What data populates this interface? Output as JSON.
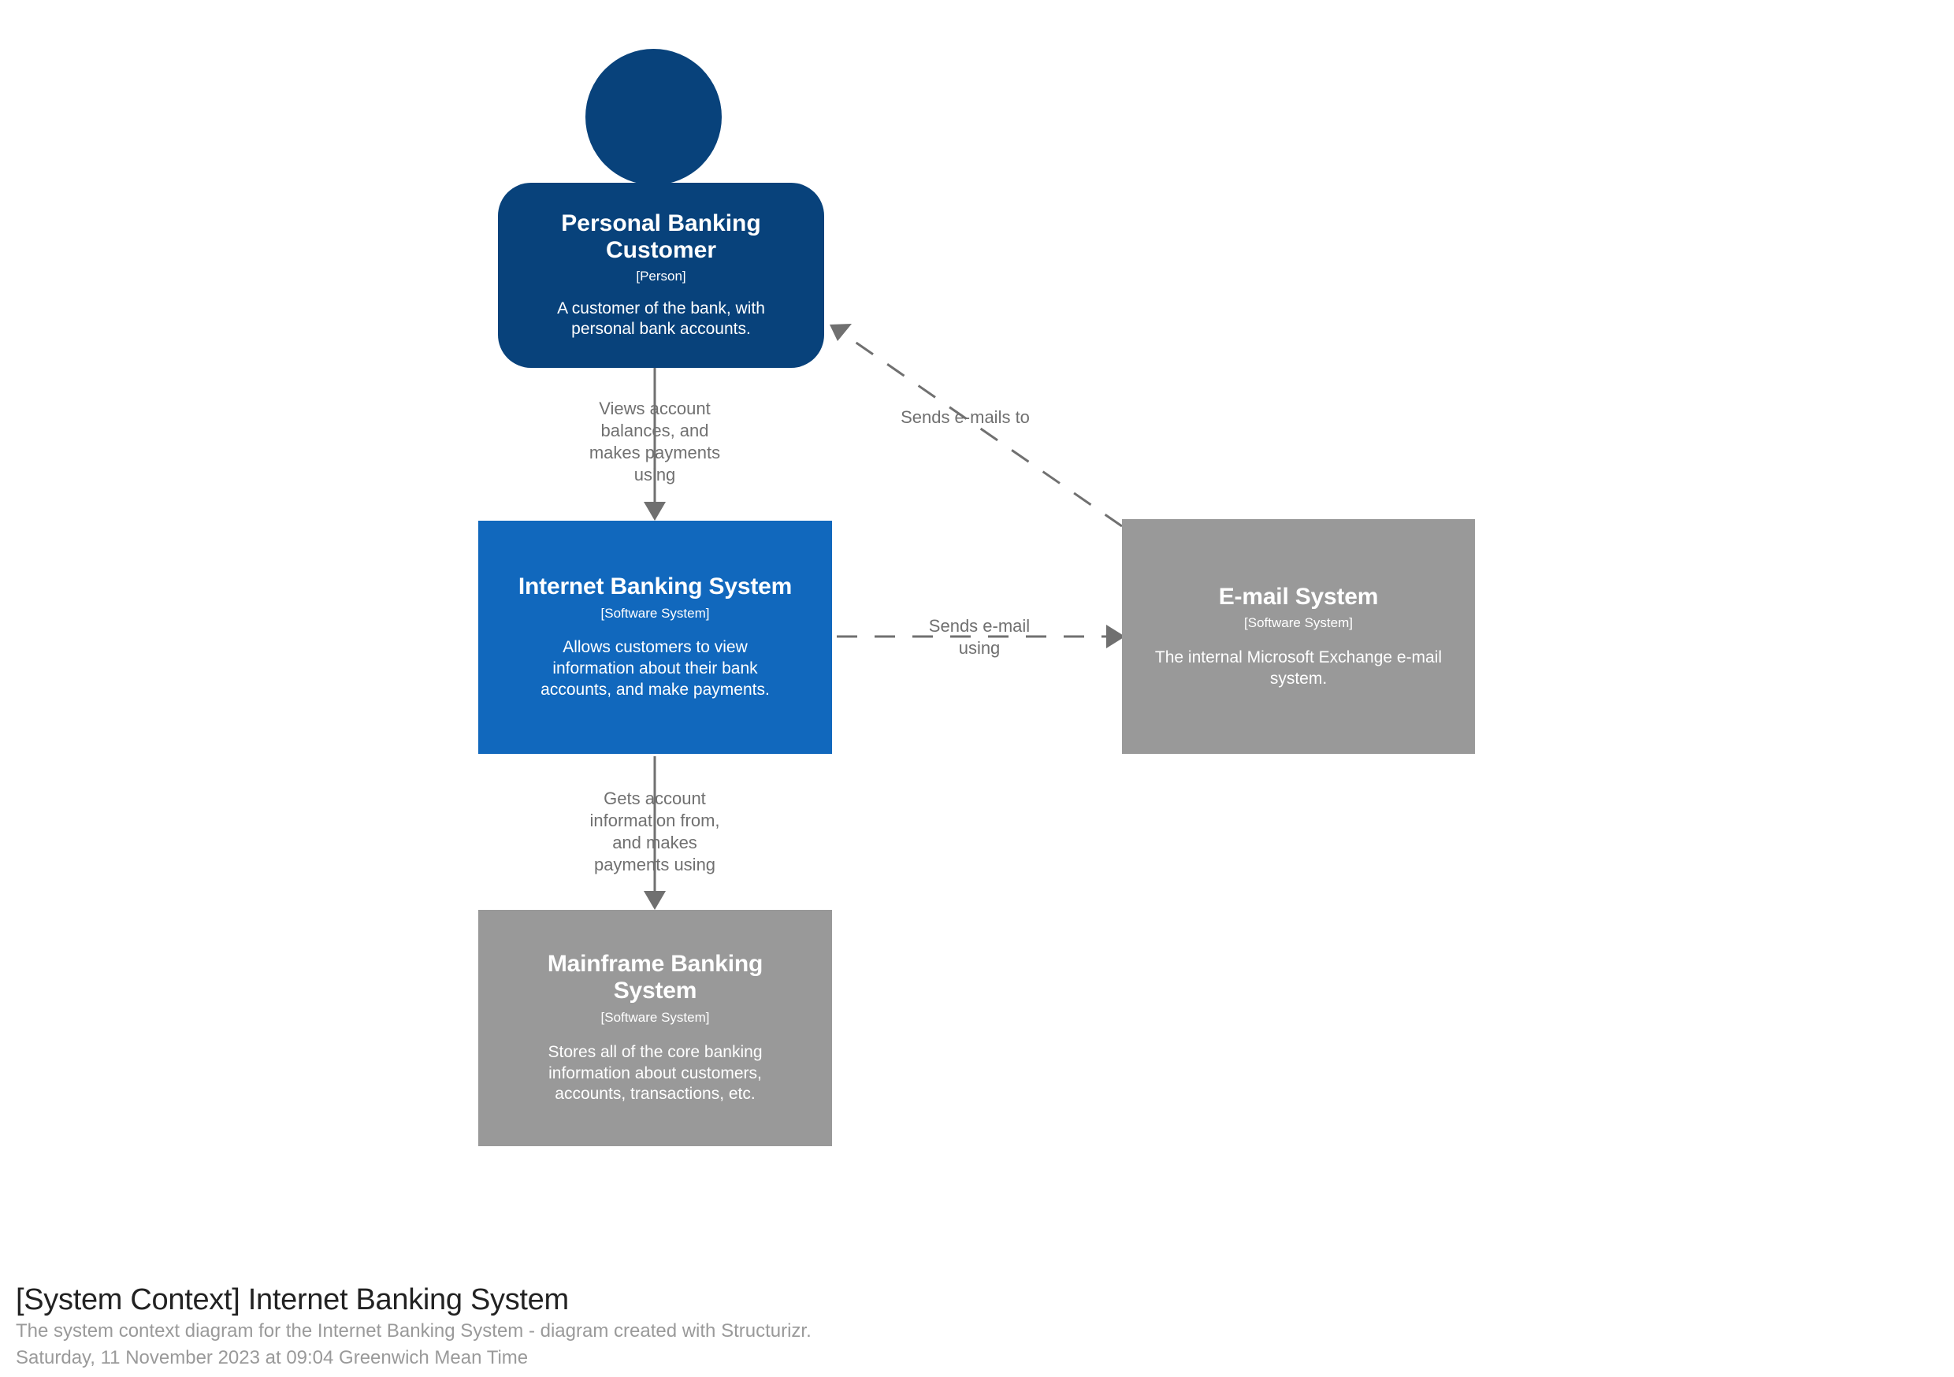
{
  "diagram": {
    "kind": "c4-system-context",
    "background": "#ffffff",
    "colors": {
      "person_fill": "#08427B",
      "software_system_fill": "#1168BD",
      "external_system_fill": "#999999",
      "edge_line": "#707070",
      "edge_label_text": "#707070",
      "node_text": "#ffffff",
      "footer_title_text": "#222222",
      "footer_sub_text": "#9a9a9a"
    }
  },
  "nodes": {
    "customer": {
      "name": "Personal Banking Customer",
      "type": "[Person]",
      "description": "A customer of the bank, with personal bank accounts.",
      "shape": "person",
      "fill": "#08427B"
    },
    "internet_banking": {
      "name": "Internet Banking System",
      "type": "[Software System]",
      "description": "Allows customers to view information about their bank accounts, and make payments.",
      "shape": "box",
      "fill": "#1168BD"
    },
    "email": {
      "name": "E-mail System",
      "type": "[Software System]",
      "description": "The internal Microsoft Exchange e-mail system.",
      "shape": "box",
      "fill": "#999999"
    },
    "mainframe": {
      "name": "Mainframe Banking System",
      "type": "[Software System]",
      "description": "Stores all of the core banking information about customers, accounts, transactions, etc.",
      "shape": "box",
      "fill": "#999999"
    }
  },
  "edges": {
    "customer_to_internet_banking": {
      "label": "Views account\nbalances, and\nmakes payments\nusing",
      "style": "solid",
      "from": "customer",
      "to": "internet_banking"
    },
    "email_to_customer": {
      "label": "Sends e-mails to",
      "style": "dashed",
      "from": "email",
      "to": "customer"
    },
    "internet_banking_to_email": {
      "label": "Sends e-mail\nusing",
      "style": "dashed",
      "from": "internet_banking",
      "to": "email"
    },
    "internet_banking_to_mainframe": {
      "label": "Gets account\ninformation from,\nand makes\npayments using",
      "style": "solid",
      "from": "internet_banking",
      "to": "mainframe"
    }
  },
  "footer": {
    "title": "[System Context] Internet Banking System",
    "description": "The system context diagram for the Internet Banking System - diagram created with Structurizr.",
    "timestamp": "Saturday, 11 November 2023 at 09:04 Greenwich Mean Time"
  }
}
